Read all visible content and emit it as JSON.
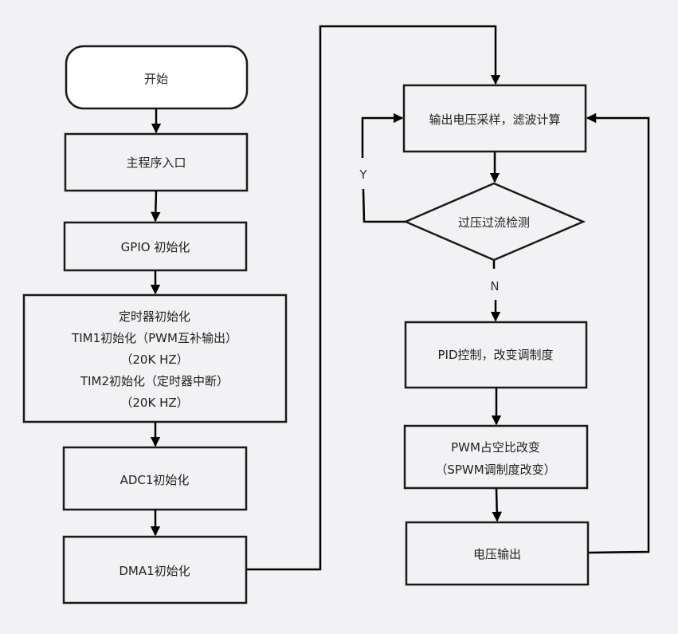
{
  "diagram": {
    "type": "flowchart",
    "nodes": {
      "start": {
        "label": "开始",
        "shape": "terminal"
      },
      "main_entry": {
        "label": "主程序入口",
        "shape": "process"
      },
      "gpio_init": {
        "label": "GPIO 初始化",
        "shape": "process"
      },
      "timer_init": {
        "shape": "process",
        "lines": [
          "定时器初始化",
          "TIM1初始化（PWM互补输出）",
          "（20K HZ）",
          "TIM2初始化（定时器中断）",
          "（20K HZ）"
        ]
      },
      "adc_init": {
        "label": "ADC1初始化",
        "shape": "process"
      },
      "dma_init": {
        "label": "DMA1初始化",
        "shape": "process"
      },
      "sample": {
        "label": "输出电压采样，滤波计算",
        "shape": "process"
      },
      "protect_check": {
        "label": "过压过流检测",
        "shape": "decision"
      },
      "pid": {
        "label": "PID控制，改变调制度",
        "shape": "process"
      },
      "pwm_change": {
        "shape": "process",
        "lines": [
          "PWM占空比改变",
          "（SPWM调制度改变）"
        ]
      },
      "voltage_out": {
        "label": "电压输出",
        "shape": "process"
      }
    },
    "edges": [
      {
        "from": "start",
        "to": "main_entry"
      },
      {
        "from": "main_entry",
        "to": "gpio_init"
      },
      {
        "from": "gpio_init",
        "to": "timer_init"
      },
      {
        "from": "timer_init",
        "to": "adc_init"
      },
      {
        "from": "adc_init",
        "to": "dma_init"
      },
      {
        "from": "dma_init",
        "to": "sample"
      },
      {
        "from": "sample",
        "to": "protect_check"
      },
      {
        "from": "protect_check",
        "to": "sample",
        "label": "Y"
      },
      {
        "from": "protect_check",
        "to": "pid",
        "label": "N"
      },
      {
        "from": "pid",
        "to": "pwm_change"
      },
      {
        "from": "pwm_change",
        "to": "voltage_out"
      },
      {
        "from": "voltage_out",
        "to": "sample"
      }
    ],
    "edge_labels": {
      "yes": "Y",
      "no": "N"
    }
  }
}
